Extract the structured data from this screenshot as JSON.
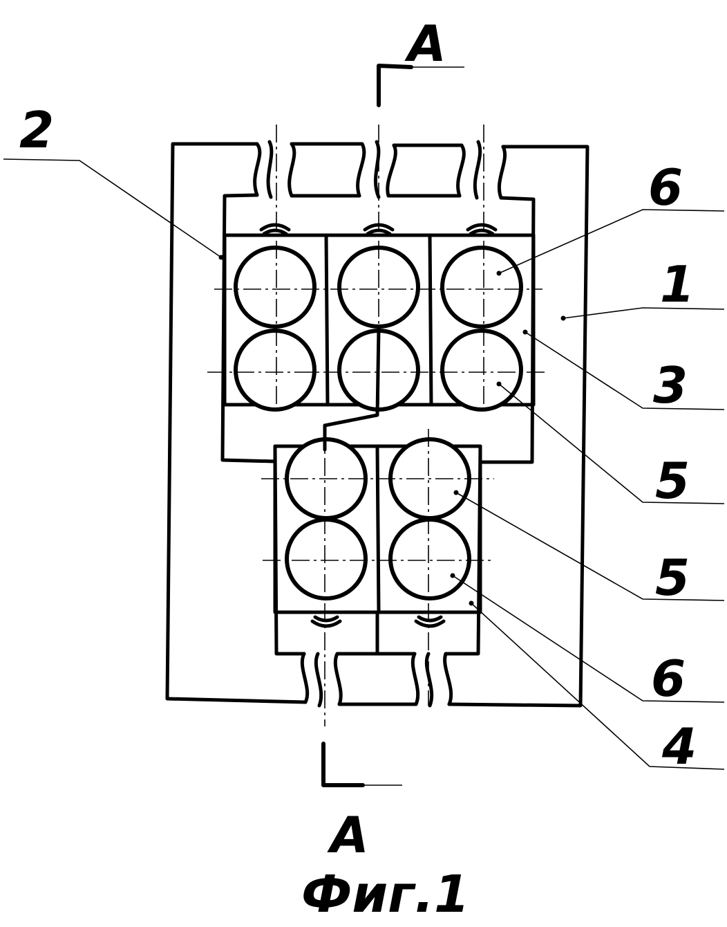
{
  "labels": {
    "section_top": "A",
    "section_bottom": "A",
    "ref_2": "2",
    "ref_6_top": "6",
    "ref_1": "1",
    "ref_3": "3",
    "ref_5_top": "5",
    "ref_5_bottom": "5",
    "ref_6_bottom": "6",
    "ref_4": "4"
  },
  "caption": "Фиг.1",
  "colors": {
    "ink": "#000000",
    "paper": "#ffffff"
  }
}
